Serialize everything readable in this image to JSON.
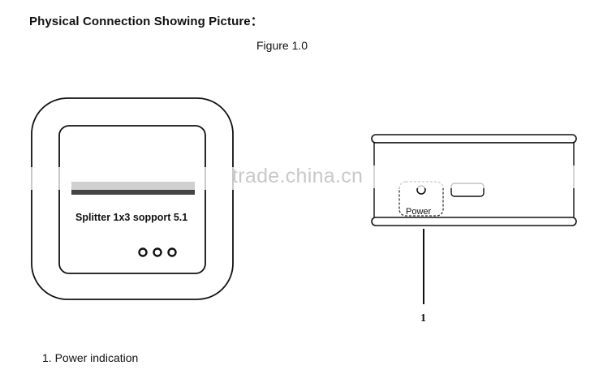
{
  "heading": "Physical Connection Showing Picture：",
  "figure_caption": "Figure 1.0",
  "device_front": {
    "product_text": "Splitter 1x3 sopport 5.1",
    "indicator_count": 3
  },
  "device_side": {
    "port_label": "Power",
    "callout_number": "1"
  },
  "watermark": "trade.china.cn",
  "footnote": {
    "number": "1.",
    "text": "Power indication"
  }
}
